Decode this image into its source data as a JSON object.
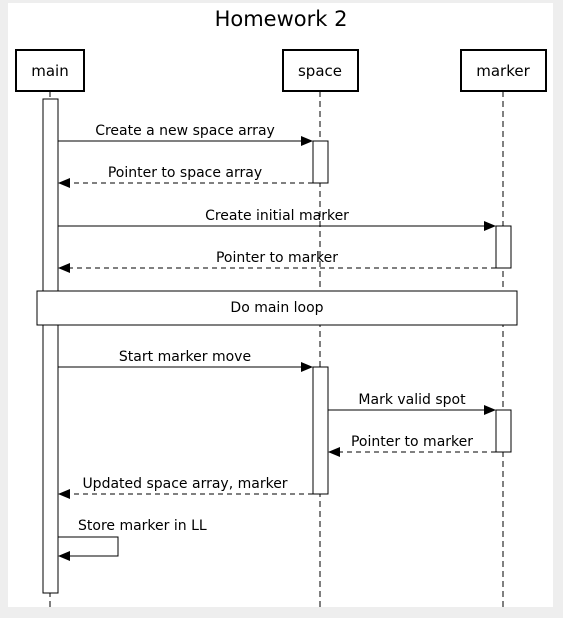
{
  "diagram": {
    "title": "Homework 2",
    "participants": [
      {
        "id": "main",
        "label": "main"
      },
      {
        "id": "space",
        "label": "space"
      },
      {
        "id": "marker",
        "label": "marker"
      }
    ],
    "messages": [
      {
        "label": "Create a new space array"
      },
      {
        "label": "Pointer to space array"
      },
      {
        "label": "Create initial marker"
      },
      {
        "label": "Pointer to marker"
      },
      {
        "label": "Start marker move"
      },
      {
        "label": "Mark valid spot"
      },
      {
        "label": "Pointer to marker"
      },
      {
        "label": "Updated space array, marker"
      },
      {
        "label": "Store marker in LL"
      }
    ],
    "fragment": {
      "label": "Do main loop"
    }
  }
}
